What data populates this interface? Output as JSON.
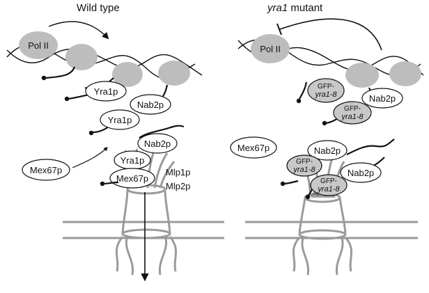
{
  "panels": {
    "left": {
      "title": "Wild type"
    },
    "right": {
      "title_italic": "yra1",
      "title_rest": " mutant"
    }
  },
  "labels": {
    "pol_ii": "Pol II",
    "yra1p": "Yra1p",
    "nab2p": "Nab2p",
    "mex67p": "Mex67p",
    "mlp1p": "Mlp1p",
    "mlp2p": "Mlp2p",
    "gfp_prefix": "GFP-",
    "yra1_8": "yra1-8"
  }
}
